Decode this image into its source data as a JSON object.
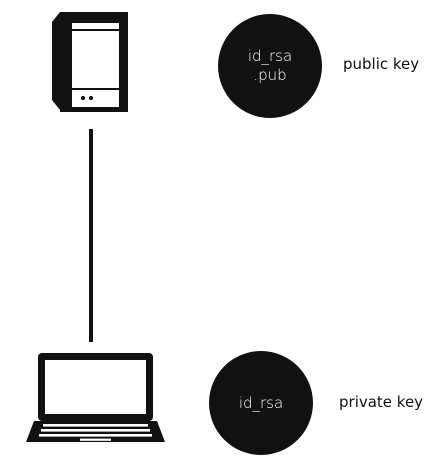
{
  "diagram": {
    "server": {
      "icon": "server-icon"
    },
    "laptop": {
      "icon": "laptop-icon"
    },
    "public_key": {
      "circle_text": "id_rsa\n.pub",
      "label": "public key"
    },
    "private_key": {
      "circle_text": "id_rsa",
      "label": "private key"
    },
    "colors": {
      "foreground": "#111111",
      "background": "#ffffff",
      "circle_text": "#ffffff"
    }
  }
}
